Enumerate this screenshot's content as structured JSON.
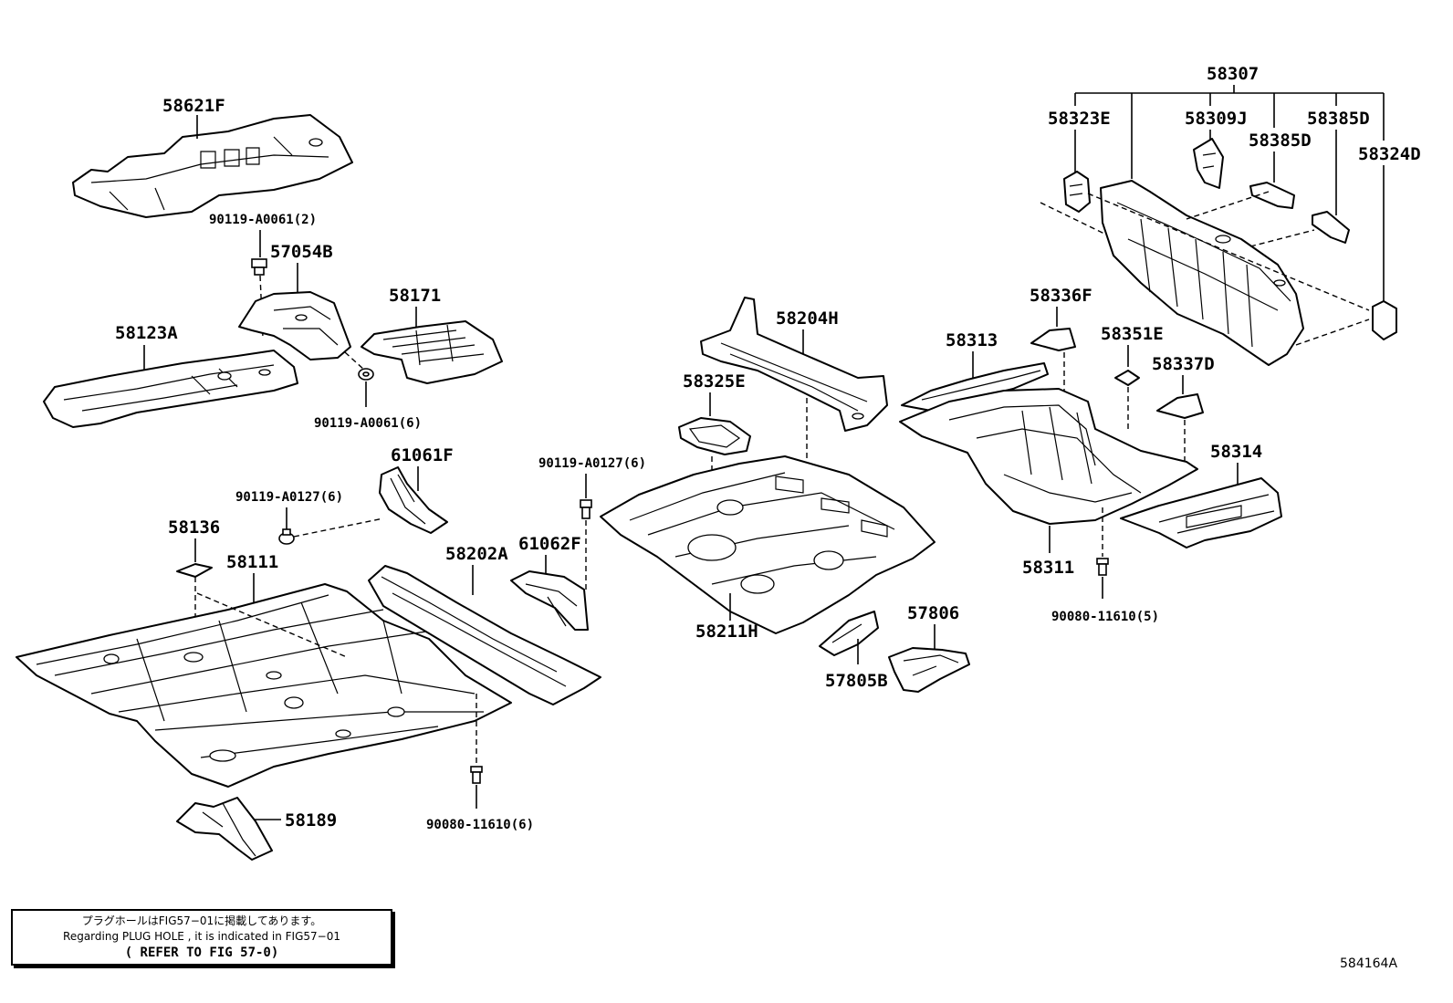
{
  "parts": {
    "p58621F": "58621F",
    "p57054B": "57054B",
    "p58171": "58171",
    "p58123A": "58123A",
    "p61061F": "61061F",
    "p58136": "58136",
    "p58111": "58111",
    "p58202A": "58202A",
    "p61062F": "61062F",
    "p58189": "58189",
    "p58204H": "58204H",
    "p58325E": "58325E",
    "p58211H": "58211H",
    "p57806": "57806",
    "p57805B": "57805B",
    "p58307": "58307",
    "p58323E": "58323E",
    "p58309J": "58309J",
    "p58385D_a": "58385D",
    "p58385D_b": "58385D",
    "p58324D": "58324D",
    "p58336F": "58336F",
    "p58313": "58313",
    "p58351E": "58351E",
    "p58337D": "58337D",
    "p58314": "58314",
    "p58311": "58311"
  },
  "fasteners": {
    "f1": "90119-A0061(2)",
    "f2": "90119-A0061(6)",
    "f3": "90119-A0127(6)",
    "f4": "90119-A0127(6)",
    "f5": "90080-11610(6)",
    "f6": "90080-11610(5)"
  },
  "note": {
    "jp": "プラグホールはFIG57−01に掲載してあります。",
    "en": "Regarding PLUG HOLE , it is indicated in FIG57−01",
    "ref": "( REFER TO FIG 57-0)"
  },
  "figure_code": "584164A"
}
